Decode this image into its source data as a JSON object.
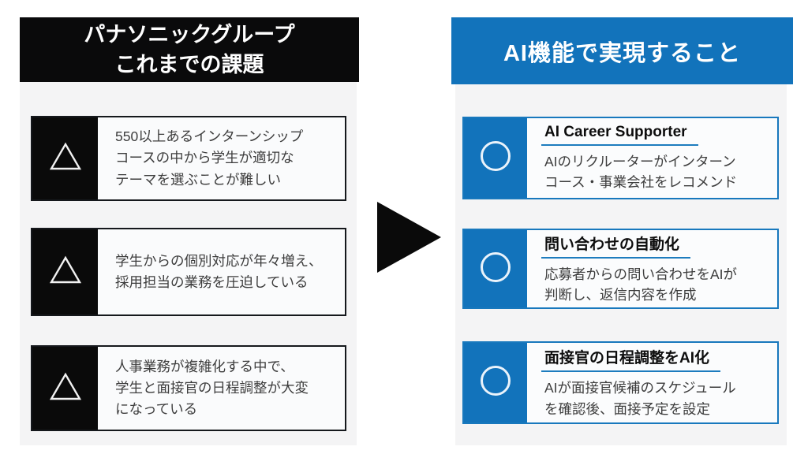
{
  "colors": {
    "accent_blue": "#1273bb",
    "black": "#0a0a0a",
    "panel_gray": "#f4f4f5",
    "body_text": "#3d3d3d"
  },
  "left_panel": {
    "title": "パナソニックグループ\nこれまでの課題",
    "marker_icon": "triangle-outline-icon",
    "items": [
      {
        "text": "550以上あるインターンシップ\nコースの中から学生が適切な\nテーマを選ぶことが難しい"
      },
      {
        "text": "学生からの個別対応が年々増え、\n採用担当の業務を圧迫している"
      },
      {
        "text": "人事業務が複雑化する中で、\n学生と面接官の日程調整が大変\nになっている"
      }
    ]
  },
  "arrow": {
    "icon": "right-arrow-icon"
  },
  "right_panel": {
    "title": "AI機能で実現すること",
    "marker_icon": "circle-outline-icon",
    "items": [
      {
        "title": "AI Career Supporter",
        "text": "AIのリクルーターがインターン\nコース・事業会社をレコメンド"
      },
      {
        "title": "問い合わせの自動化",
        "text": "応募者からの問い合わせをAIが\n判断し、返信内容を作成"
      },
      {
        "title": "面接官の日程調整をAI化",
        "text": "AIが面接官候補のスケジュール\nを確認後、面接予定を設定"
      }
    ]
  }
}
